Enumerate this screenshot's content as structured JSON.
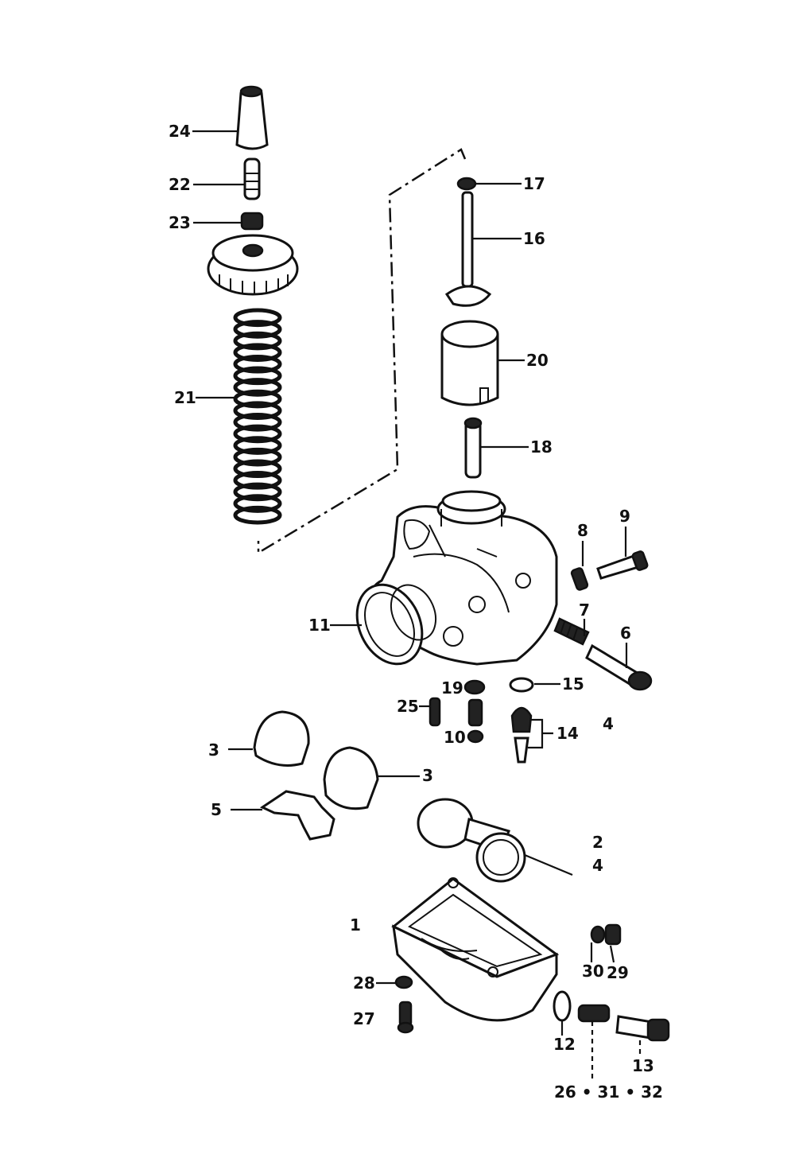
{
  "labels": {
    "p1": "1",
    "p2": "2",
    "p3a": "3",
    "p3b": "3",
    "p4a": "4",
    "p4b": "4",
    "p5": "5",
    "p6": "6",
    "p7": "7",
    "p8": "8",
    "p9": "9",
    "p10": "10",
    "p11": "11",
    "p12": "12",
    "p13": "13",
    "p14": "14",
    "p15": "15",
    "p16": "16",
    "p17": "17",
    "p18": "18",
    "p19": "19",
    "p20": "20",
    "p21": "21",
    "p22": "22",
    "p23": "23",
    "p24": "24",
    "p25": "25",
    "p26": "26",
    "p27": "27",
    "p28": "28",
    "p29": "29",
    "p30": "30",
    "p26group": "26 • 31 • 32"
  }
}
